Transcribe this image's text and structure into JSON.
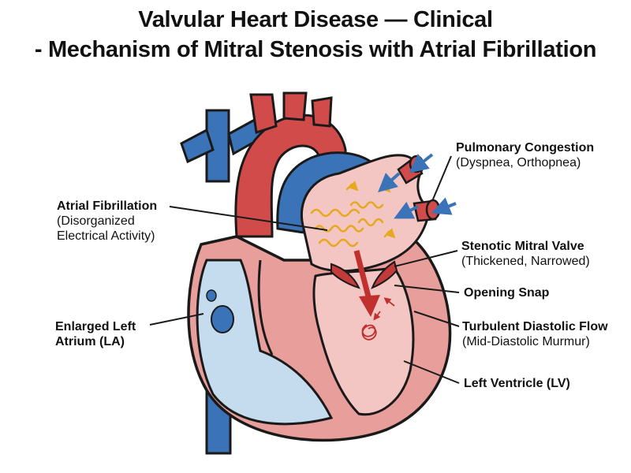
{
  "title": {
    "line1": "Valvular Heart Disease — Clinical",
    "line2": "- Mechanism of Mitral Stenosis with Atrial Fibrillation"
  },
  "labels": {
    "pulmonary_congestion": {
      "main": "Pulmonary Congestion",
      "sub": "(Dyspnea, Orthopnea)"
    },
    "atrial_fibrillation": {
      "main": "Atrial Fibrillation",
      "sub1": "(Disorganized",
      "sub2": "Electrical Activity)"
    },
    "stenotic_mitral_valve": {
      "main": "Stenotic Mitral Valve",
      "sub": "(Thickened, Narrowed)"
    },
    "opening_snap": {
      "main": "Opening Snap"
    },
    "enlarged_left_atrium": {
      "main1": "Enlarged Left",
      "main2": "Atrium (LA)"
    },
    "turbulent_flow": {
      "main": "Turbulent Diastolic Flow",
      "sub": "(Mid-Diastolic Murmur)"
    },
    "left_ventricle": {
      "main": "Left Ventricle (LV)"
    }
  },
  "colors": {
    "vessel_blue": "#3a73b8",
    "artery_red": "#d24b4b",
    "chamber_pink": "#f3c6c3",
    "wall_pink": "#e89e9a",
    "atrium_blue": "#c5dcee",
    "af_yellow": "#f2c235",
    "outline": "#1a1a1a"
  }
}
